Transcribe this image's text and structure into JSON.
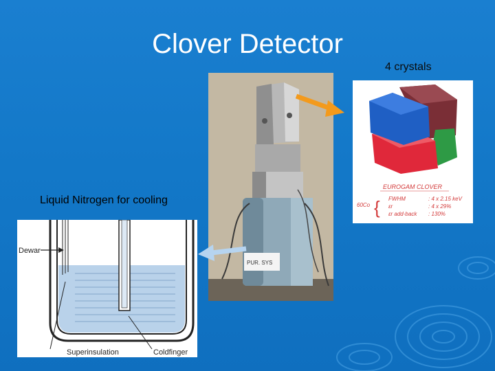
{
  "slide": {
    "title": "Clover Detector",
    "crystals_label": "4 crystals",
    "nitrogen_label": "Liquid Nitrogen for cooling"
  },
  "crystal_figure": {
    "caption": "EUROGAM CLOVER",
    "isotope": "60Co",
    "rows": [
      {
        "key": "FWHM",
        "value": ": 4 x 2.15 keV"
      },
      {
        "key": "εr",
        "value": ": 4 x 29%"
      },
      {
        "key": "εr add-back",
        "value": ": 130%"
      }
    ],
    "crystal_colors": [
      "#1f5fc4",
      "#7a2e36",
      "#e0283a",
      "#2e9a45"
    ]
  },
  "dewar_figure": {
    "dewar_label": "Dewar",
    "superinsulation_label": "Superinsulation",
    "coldfinger_label": "Coldfinger"
  },
  "photo": {
    "caption": "PUR. SYS"
  },
  "arrows": {
    "orange_color": "#f39a1c",
    "blue_color": "#b6d4f0"
  }
}
